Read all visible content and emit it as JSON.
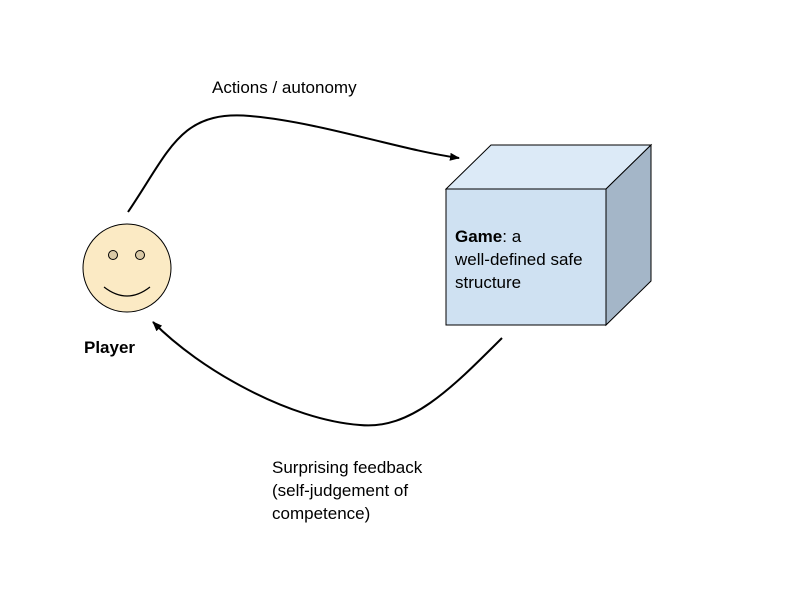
{
  "actions_label": "Actions / autonomy",
  "player_label": "Player",
  "game": {
    "bold_text": "Game",
    "line1_rest": ": a",
    "line2": "well-defined safe",
    "line3": "structure"
  },
  "feedback": {
    "line1": "Surprising feedback",
    "line2": "(self-judgement of",
    "line3": "competence)"
  },
  "colors": {
    "face_fill": "#fbeac4",
    "cube_front": "#cfe1f2",
    "cube_top": "#dceaf7",
    "cube_side": "#a4b6c8",
    "stroke": "#000000"
  }
}
